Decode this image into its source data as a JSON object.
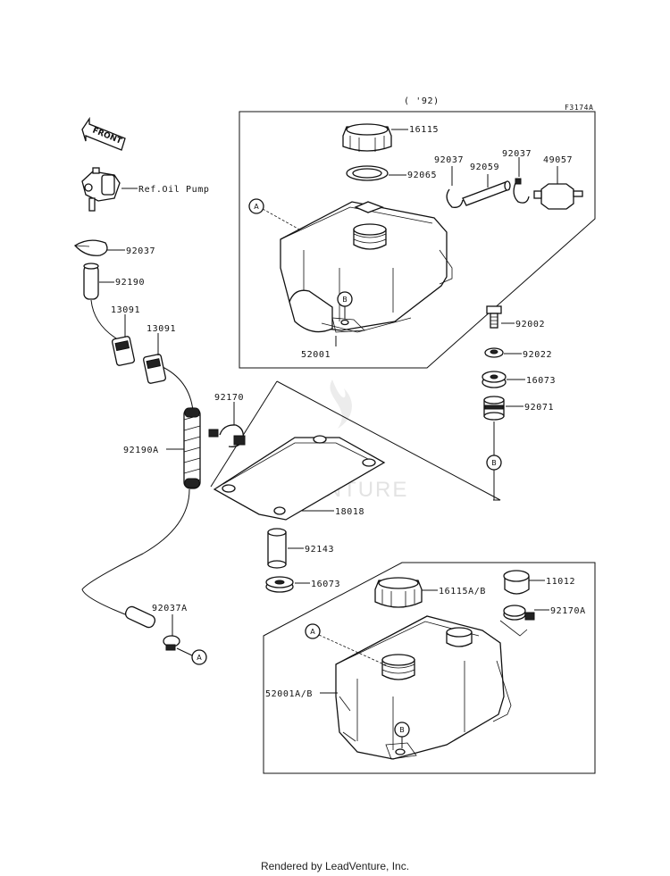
{
  "diagram": {
    "figure_code": "F3174A",
    "year_note": "( '92)",
    "front_label": "FRONT",
    "ref_label": "Ref.Oil Pump",
    "watermark": "LEADVENTURE",
    "callouts": {
      "a": "A",
      "b": "B"
    },
    "part_numbers": {
      "p16115": "16115",
      "p92065": "92065",
      "p92037_left": "92037",
      "p92059": "92059",
      "p92037_right": "92037",
      "p49057": "49057",
      "p52001": "52001",
      "p92002": "92002",
      "p92022": "92022",
      "p16073_right": "16073",
      "p92071": "92071",
      "p92037_pump": "92037",
      "p92190": "92190",
      "p13091_a": "13091",
      "p13091_b": "13091",
      "p92170": "92170",
      "p92190a": "92190A",
      "p18018": "18018",
      "p92143": "92143",
      "p16073_lower": "16073",
      "p92037a": "92037A",
      "p16115ab": "16115A/B",
      "p11012": "11012",
      "p92170a": "92170A",
      "p52001ab": "52001A/B"
    }
  },
  "footer": {
    "text": "Rendered by LeadVenture, Inc."
  }
}
